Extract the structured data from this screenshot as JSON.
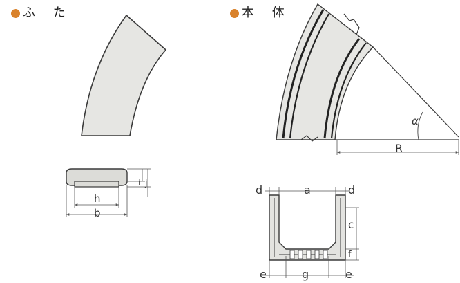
{
  "headings": {
    "lid": "ふ た",
    "body": "本 体"
  },
  "colors": {
    "bullet": "#d9822b",
    "fill": "#e6e6e3",
    "stroke": "#3a3a3a",
    "dim_line": "#555555"
  },
  "labels": {
    "alpha": "α",
    "R": "R",
    "lid_h": "h",
    "lid_b": "b",
    "lid_i": "i",
    "lid_j": "j",
    "body_a": "a",
    "body_d_left": "d",
    "body_d_right": "d",
    "body_c": "c",
    "body_f": "f",
    "body_e_left": "e",
    "body_g": "g",
    "body_e_right": "e"
  }
}
